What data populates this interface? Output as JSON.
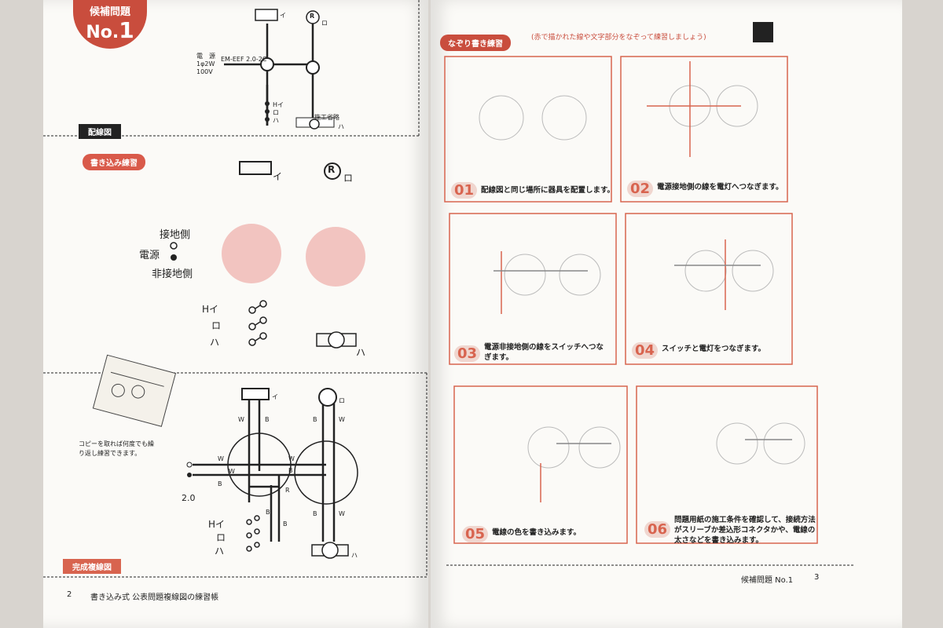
{
  "colors": {
    "accent": "#c94d3d",
    "pink": "#f2c4c0",
    "red": "#d8644f"
  },
  "left": {
    "badge": {
      "line1": "候補問題",
      "line2": "No.",
      "num": "1"
    },
    "wiring_diagram": {
      "cable_label": "電　源",
      "cable_spec": "1φ2W",
      "voltage": "100V",
      "cable_type": "EM-EEF 2.0-2C",
      "outlet_label": "イ",
      "receptacle_mark": "R",
      "receptacle_label": "ロ",
      "switches": [
        "Hイ",
        "ロ",
        "ハ"
      ],
      "fixture_label": "施工省略",
      "fixture_sub": "ハ",
      "section_title": "配線図"
    },
    "practice": {
      "title": "書き込み練習",
      "outlet_label": "イ",
      "receptacle_mark": "R",
      "receptacle_label": "ロ",
      "ground_side": "接地側",
      "power": "電源",
      "non_ground_side": "非接地側",
      "switches": [
        "Hイ",
        "ロ",
        "ハ"
      ],
      "fixture_label": "ハ"
    },
    "complete": {
      "copy_note_1": "コピーを取れば何度でも繰",
      "copy_note_2": "り返し練習できます。",
      "outlet_label": "イ",
      "receptacle_label": "ロ",
      "wire_colors": [
        "W",
        "B",
        "B",
        "W",
        "W",
        "W",
        "W",
        "B",
        "B",
        "R",
        "B",
        "W",
        "B",
        "B"
      ],
      "gauge": "2.0",
      "switches": [
        "Hイ",
        "ロ",
        "ハ"
      ],
      "fixture_label": "ハ",
      "section_title": "完成複線図"
    },
    "footer": {
      "page": "2",
      "title": "書き込み式 公表問題複線図の練習帳"
    }
  },
  "right": {
    "trace_title": "なぞり書き練習",
    "trace_note": "(赤で描かれた線や文字部分をなぞって練習しましょう)",
    "steps": [
      {
        "num": "01",
        "text": "配線図と同じ場所に器具を配置します。"
      },
      {
        "num": "02",
        "text": "電源接地側の線を電灯へつなぎます。"
      },
      {
        "num": "03",
        "text": "電源非接地側の線をスイッチへつなぎます。"
      },
      {
        "num": "04",
        "text": "スイッチと電灯をつなぎます。"
      },
      {
        "num": "05",
        "text": "電線の色を書き込みます。"
      },
      {
        "num": "06",
        "text": "問題用紙の施工条件を確認して、接続方法がスリーブか差込形コネクタかや、電線の太さなどを書き込みます。"
      }
    ],
    "footer": {
      "title": "候補問題 No.1",
      "page": "3"
    }
  }
}
